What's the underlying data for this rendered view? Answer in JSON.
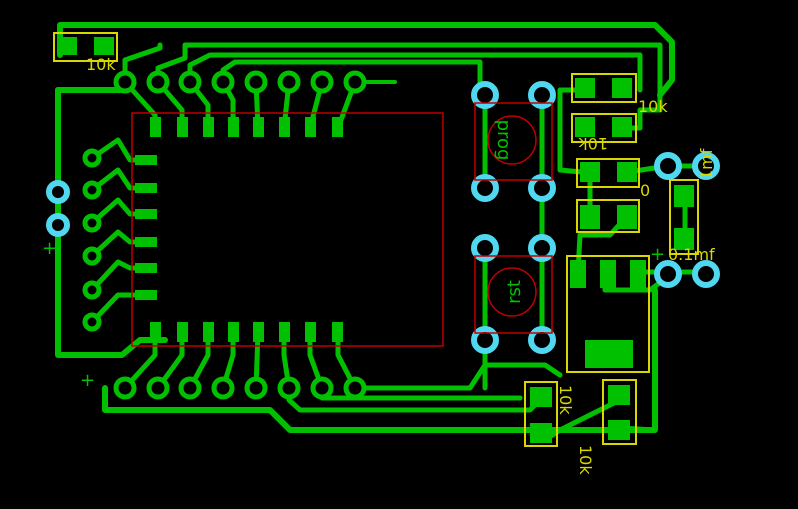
{
  "labels": {
    "r1": "10k",
    "r2": "10k",
    "r3": "10k",
    "r4": "0",
    "r5": "10k",
    "r6": "10k",
    "cap_top": "1mf",
    "cap_mid": "0.1mf",
    "btn_prog": "prog",
    "btn_rst": "rst",
    "plus_left": "+",
    "plus_bottom": "+",
    "plus_right": "+"
  },
  "colors": {
    "copper": "#00c000",
    "silkscreen": "#d8d800",
    "via": "#4fd8f0",
    "module_outline": "#c00000",
    "background": "#000000"
  }
}
